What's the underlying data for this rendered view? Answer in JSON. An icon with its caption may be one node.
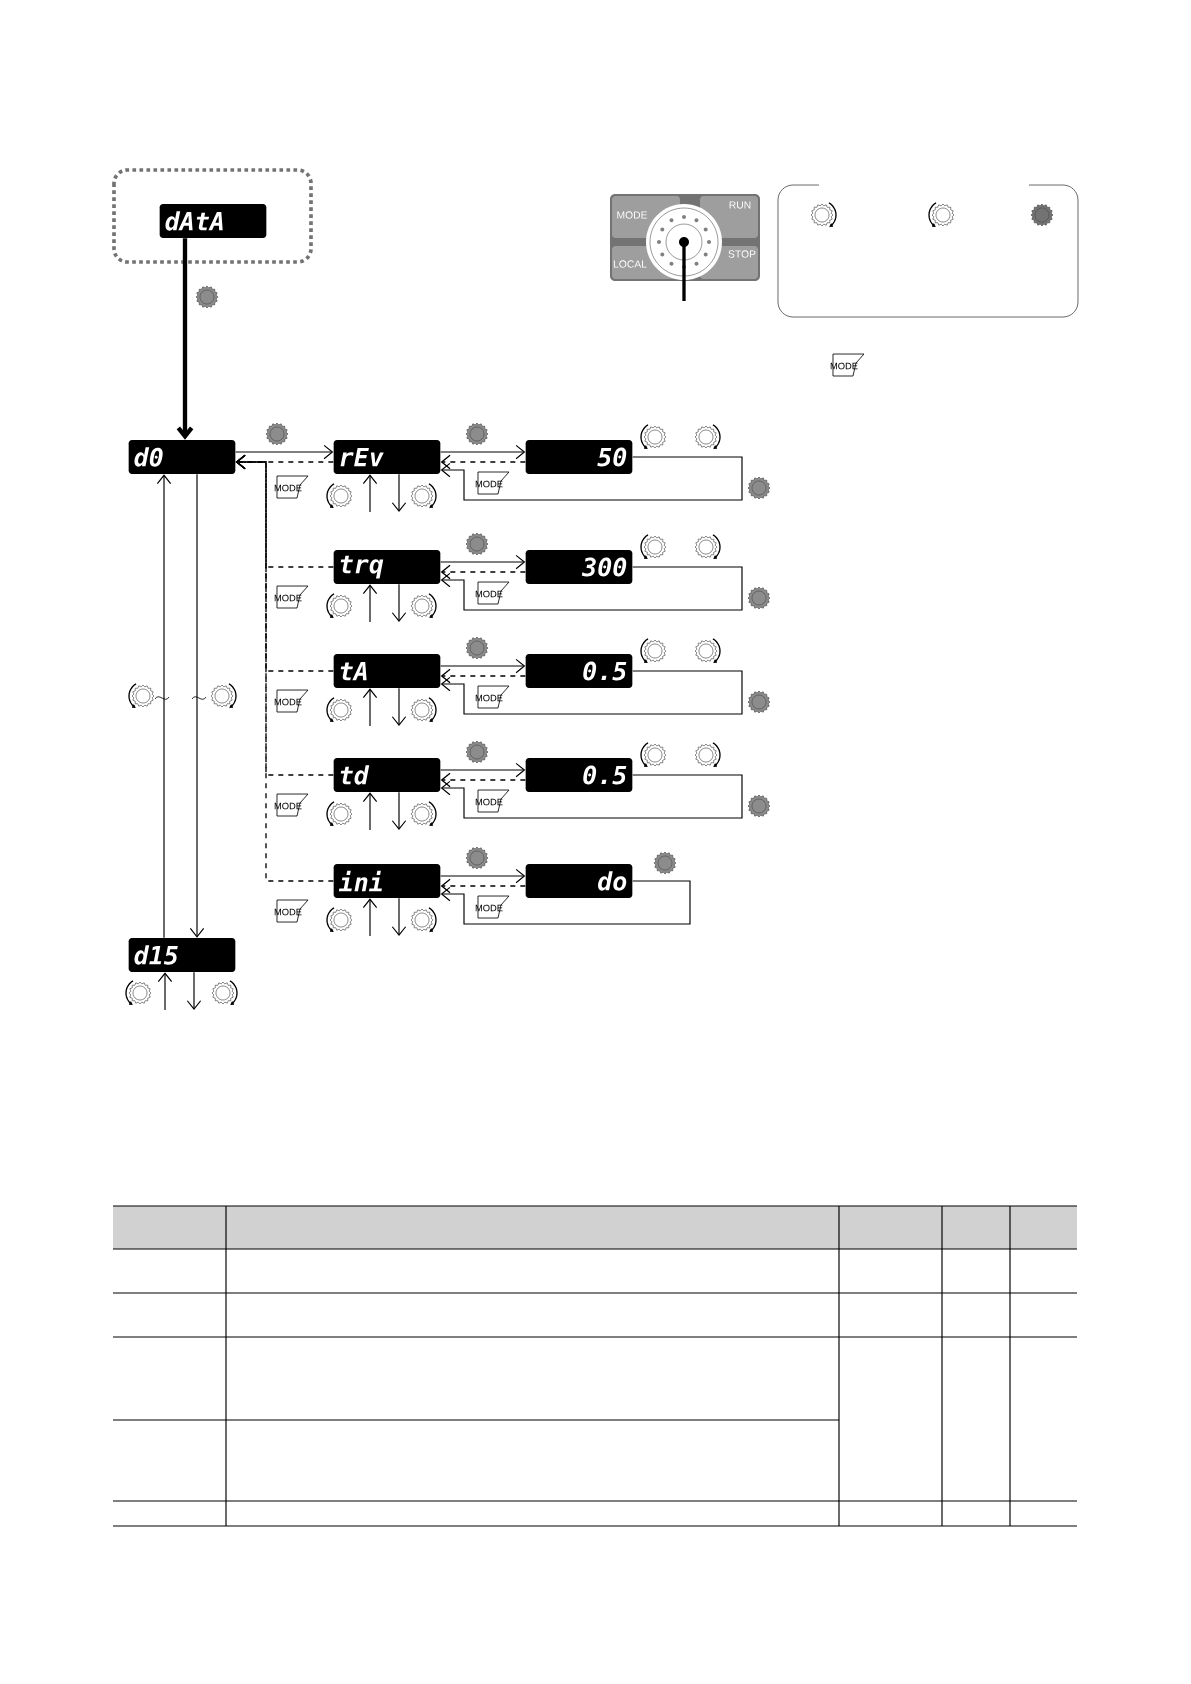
{
  "diagram": {
    "nodes": [
      {
        "text": [
          "dAtA"
        ]
      },
      {
        "text": [
          "d0"
        ]
      },
      {
        "text": [
          "rEv"
        ]
      },
      {
        "text": [
          "50"
        ]
      },
      {
        "text": [
          "trq"
        ]
      },
      {
        "text": [
          "300"
        ]
      },
      {
        "text": [
          "tA"
        ]
      },
      {
        "text": [
          "0.5"
        ]
      },
      {
        "text": [
          "td"
        ]
      },
      {
        "text": [
          "0.5"
        ]
      },
      {
        "text": [
          "ini"
        ]
      },
      {
        "text": [
          "do"
        ]
      },
      {
        "text": [
          "d15"
        ]
      }
    ],
    "edges": [
      {
        "from": 0,
        "to": 1,
        "arrow": "to",
        "style": "thick"
      },
      {
        "from": 1,
        "to": 2,
        "arrow": "to"
      },
      {
        "from": 2,
        "to": 1,
        "arrow": "to",
        "style": "dashed"
      },
      {
        "from": 2,
        "to": 3,
        "arrow": "to"
      },
      {
        "from": 3,
        "to": 2,
        "arrow": "to",
        "style": "dashed"
      },
      {
        "from": 3,
        "to": 2,
        "arrow": "to"
      },
      {
        "from": null,
        "to": 2,
        "arrow": "to"
      },
      {
        "from": 2,
        "to": null,
        "arrow": "to"
      },
      {
        "from": 4,
        "to": 1,
        "arrow": "to",
        "style": "dashed"
      },
      {
        "from": 4,
        "to": 5,
        "arrow": "to"
      },
      {
        "from": 5,
        "to": 4,
        "arrow": "to",
        "style": "dashed"
      },
      {
        "from": 5,
        "to": 4,
        "arrow": "to"
      },
      {
        "from": null,
        "to": 4,
        "arrow": "to"
      },
      {
        "from": 4,
        "to": null,
        "arrow": "to"
      },
      {
        "from": 6,
        "to": 1,
        "arrow": "to",
        "style": "dashed"
      },
      {
        "from": 6,
        "to": 7,
        "arrow": "to"
      },
      {
        "from": 7,
        "to": 6,
        "arrow": "to",
        "style": "dashed"
      },
      {
        "from": 7,
        "to": 6,
        "arrow": "to"
      },
      {
        "from": null,
        "to": 6,
        "arrow": "to"
      },
      {
        "from": 6,
        "to": null,
        "arrow": "to"
      },
      {
        "from": 8,
        "to": 1,
        "arrow": "to",
        "style": "dashed"
      },
      {
        "from": 8,
        "to": 9,
        "arrow": "to"
      },
      {
        "from": 9,
        "to": 8,
        "arrow": "to",
        "style": "dashed"
      },
      {
        "from": 9,
        "to": 8,
        "arrow": "to"
      },
      {
        "from": null,
        "to": 8,
        "arrow": "to"
      },
      {
        "from": 8,
        "to": null,
        "arrow": "to"
      },
      {
        "from": 10,
        "to": 1,
        "arrow": "to",
        "style": "dashed"
      },
      {
        "from": 10,
        "to": 11,
        "arrow": "to"
      },
      {
        "from": 11,
        "to": 10,
        "arrow": "to",
        "style": "dashed"
      },
      {
        "from": 11,
        "to": 10,
        "arrow": "to"
      },
      {
        "from": null,
        "to": 10,
        "arrow": "to"
      },
      {
        "from": 10,
        "to": null,
        "arrow": "to"
      },
      {
        "from": 12,
        "to": 1,
        "arrow": "to"
      },
      {
        "from": 1,
        "to": 12,
        "arrow": "to"
      },
      {
        "from": null,
        "to": 12,
        "arrow": "to"
      },
      {
        "from": 12,
        "to": null,
        "arrow": "to"
      }
    ],
    "labels": [
      "MODE",
      "RUN",
      "LOCAL",
      "STOP",
      "MODE",
      "MODE",
      "MODE",
      "MODE",
      "MODE",
      "MODE",
      "MODE",
      "MODE",
      "MODE",
      "MODE",
      "MODE"
    ]
  }
}
